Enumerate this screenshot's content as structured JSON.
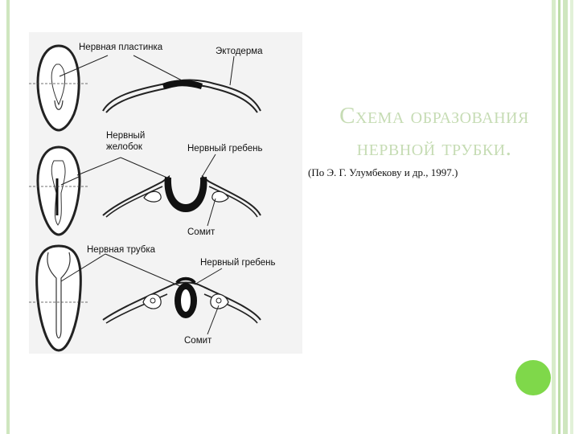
{
  "slide": {
    "title_line1": "Схема образования",
    "title_line2": "нервной трубки.",
    "citation": "(По Э. Г. Улумбекову и др., 1997.)"
  },
  "figure": {
    "labels": {
      "neural_plate": "Нервная пластинка",
      "ectoderm": "Эктодерма",
      "neural_groove_1": "Нервный",
      "neural_groove_2": "желобок",
      "neural_crest_1": "Нервный гребень",
      "somite_1": "Сомит",
      "neural_tube": "Нервная трубка",
      "neural_crest_2": "Нервный гребень",
      "somite_2": "Сомит"
    }
  },
  "colors": {
    "title": "#c6dcb4",
    "accent_circle": "#7fd84a",
    "border_green": "#cfe6bf"
  }
}
